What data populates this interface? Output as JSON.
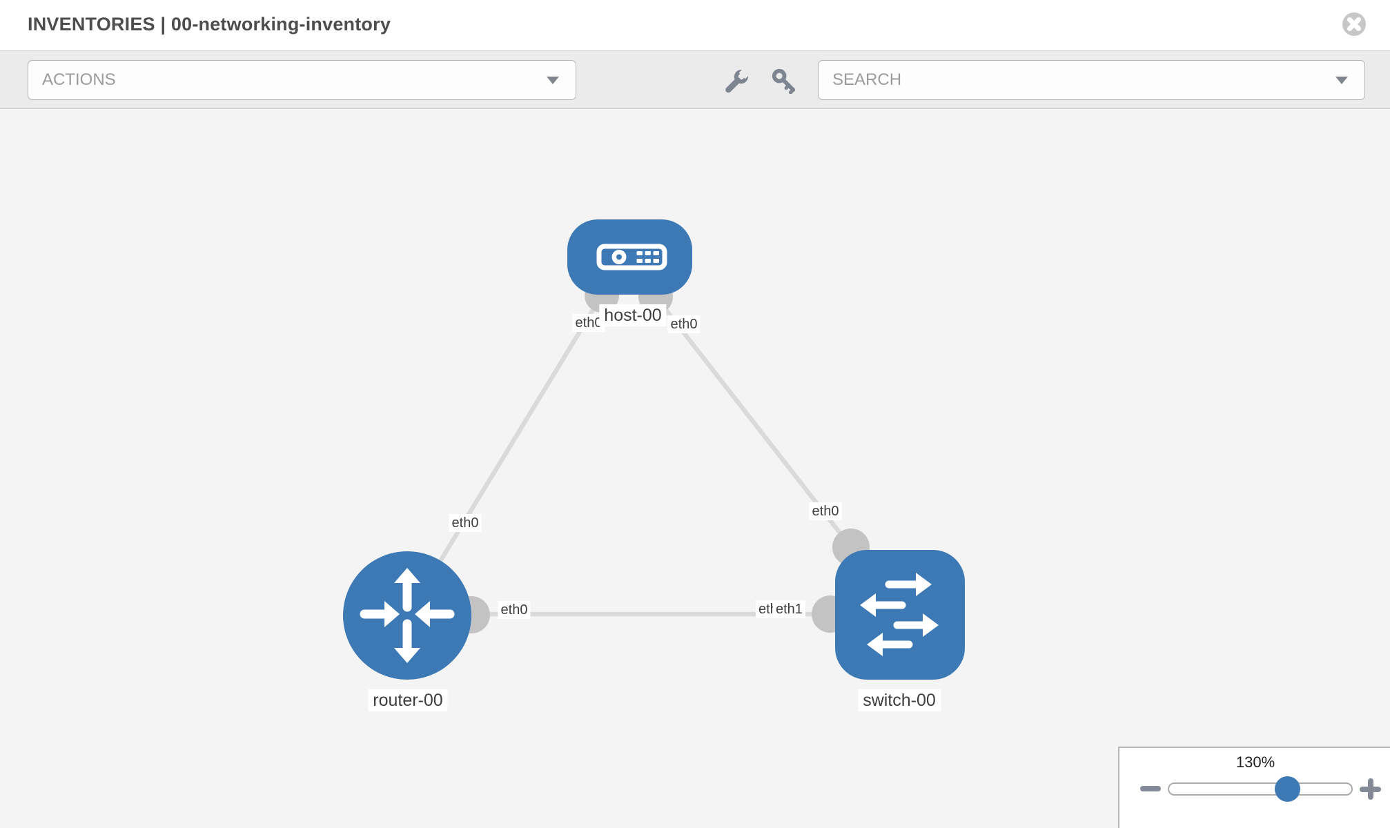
{
  "header": {
    "title": "INVENTORIES | 00-networking-inventory",
    "close_icon": "circle-x"
  },
  "toolbar": {
    "actions_label": "ACTIONS",
    "search_label": "SEARCH",
    "tool_icons": [
      "wrench",
      "key"
    ]
  },
  "topology": {
    "nodes": [
      {
        "label": "host-00",
        "type": "host",
        "icon": "server"
      },
      {
        "label": "router-00",
        "type": "router",
        "icon": "cross-arrows"
      },
      {
        "label": "switch-00",
        "type": "switch",
        "icon": "swap-arrows"
      }
    ],
    "links": [
      {
        "from": "router-00",
        "to": "host-00",
        "from_interface": "eth0",
        "to_interface": "eth0"
      },
      {
        "from": "switch-00",
        "to": "host-00",
        "from_interface": "eth0",
        "to_interface": "eth0"
      },
      {
        "from": "router-00",
        "to": "switch-00",
        "from_interface": "eth0",
        "to_interface_back": "eth0",
        "to_interface_front": "eth1"
      }
    ],
    "colors": {
      "node_fill": "#3d7ab5",
      "link": "#dadada",
      "port": "#c3c3c3",
      "canvas_bg": "#f4f4f4"
    }
  },
  "zoom_control": {
    "level_label": "130%",
    "percent": 130,
    "minus_icon": "minus",
    "plus_icon": "plus"
  }
}
